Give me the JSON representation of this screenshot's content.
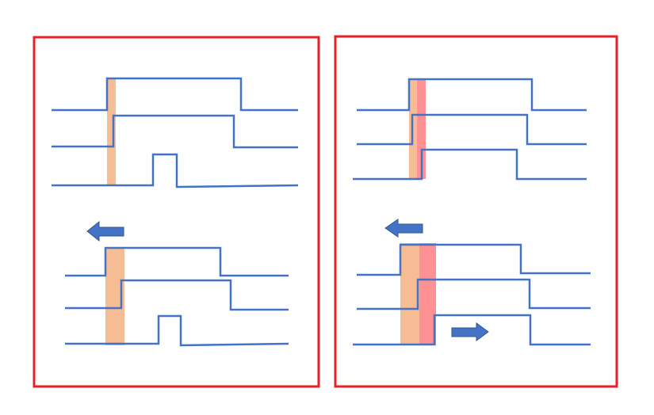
{
  "colors": {
    "frame": "#e8202a",
    "signal": "#4472c4",
    "arrow": "#4472c4",
    "highlight_orange": "#f4b183",
    "highlight_red": "#ff7c80"
  },
  "panels": [
    {
      "id": "left",
      "arrows": [
        "left-arrow-icon"
      ],
      "highlights": [
        "orange-window"
      ]
    },
    {
      "id": "right",
      "arrows": [
        "left-arrow-icon",
        "right-arrow-icon"
      ],
      "highlights": [
        "orange-window",
        "red-window"
      ]
    }
  ]
}
